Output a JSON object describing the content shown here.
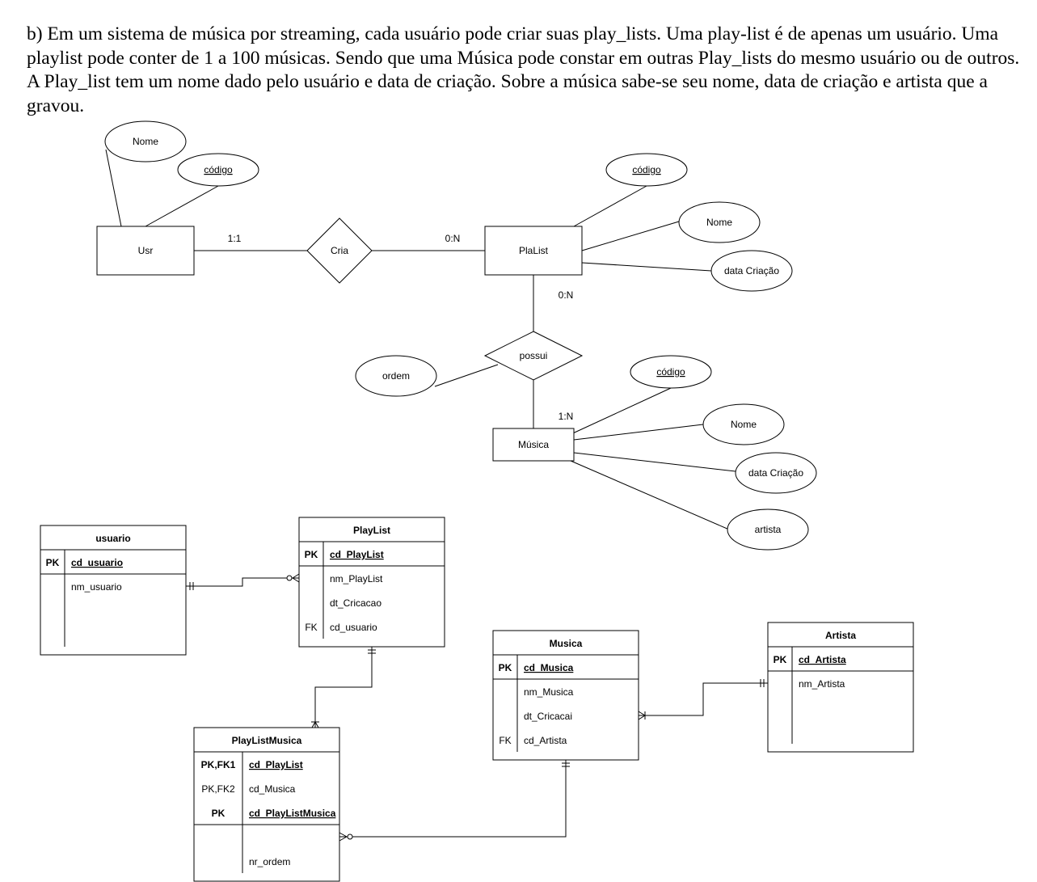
{
  "question": "b) Em um sistema  de música por streaming, cada usuário pode criar suas play_lists.  Uma play-list é de apenas um usuário.  Uma playlist pode conter de 1 a  100 músicas.  Sendo que uma Música pode constar em outras Play_lists do mesmo usuário ou de outros.  A Play_list tem um  nome dado pelo usuário e data de criação. Sobre a música sabe-se seu nome, data de criação e artista que a gravou.",
  "er": {
    "usr": {
      "name": "Usr",
      "attr_nome": "Nome",
      "attr_codigo": "código"
    },
    "cria": {
      "name": "Cria",
      "card_left": "1:1",
      "card_right": "0:N"
    },
    "playlist": {
      "name": "PlaList",
      "attr_codigo": "código",
      "attr_nome": "Nome",
      "attr_data": "data Criação"
    },
    "possui": {
      "name": "possui",
      "card_top": "0:N",
      "card_bottom": "1:N",
      "attr_ordem": "ordem"
    },
    "musica": {
      "name": "Música",
      "attr_codigo": "código",
      "attr_nome": "Nome",
      "attr_data": "data Criação",
      "attr_artista": "artista"
    }
  },
  "tables": {
    "usuario": {
      "title": "usuario",
      "pk_key": "PK",
      "pk_field": "cd_usuario",
      "fields": [
        "nm_usuario"
      ]
    },
    "playlist": {
      "title": "PlayList",
      "pk_key": "PK",
      "pk_field": "cd_PlayList",
      "fields": [
        "nm_PlayList",
        "dt_Cricacao",
        "cd_usuario"
      ],
      "fk_key": "FK"
    },
    "musica": {
      "title": "Musica",
      "pk_key": "PK",
      "pk_field": "cd_Musica",
      "fields": [
        "nm_Musica",
        "dt_Cricacai",
        "cd_Artista"
      ],
      "fk_key": "FK"
    },
    "artista": {
      "title": "Artista",
      "pk_key": "PK",
      "pk_field": "cd_Artista",
      "fields": [
        "nm_Artista"
      ]
    },
    "playlistmusica": {
      "title": "PlayListMusica",
      "keys": [
        "PK,FK1",
        "PK,FK2",
        "PK"
      ],
      "key_fields": [
        "cd_PlayList",
        "cd_Musica",
        "cd_PlayListMusica"
      ],
      "fields": [
        "nr_ordem"
      ]
    }
  }
}
